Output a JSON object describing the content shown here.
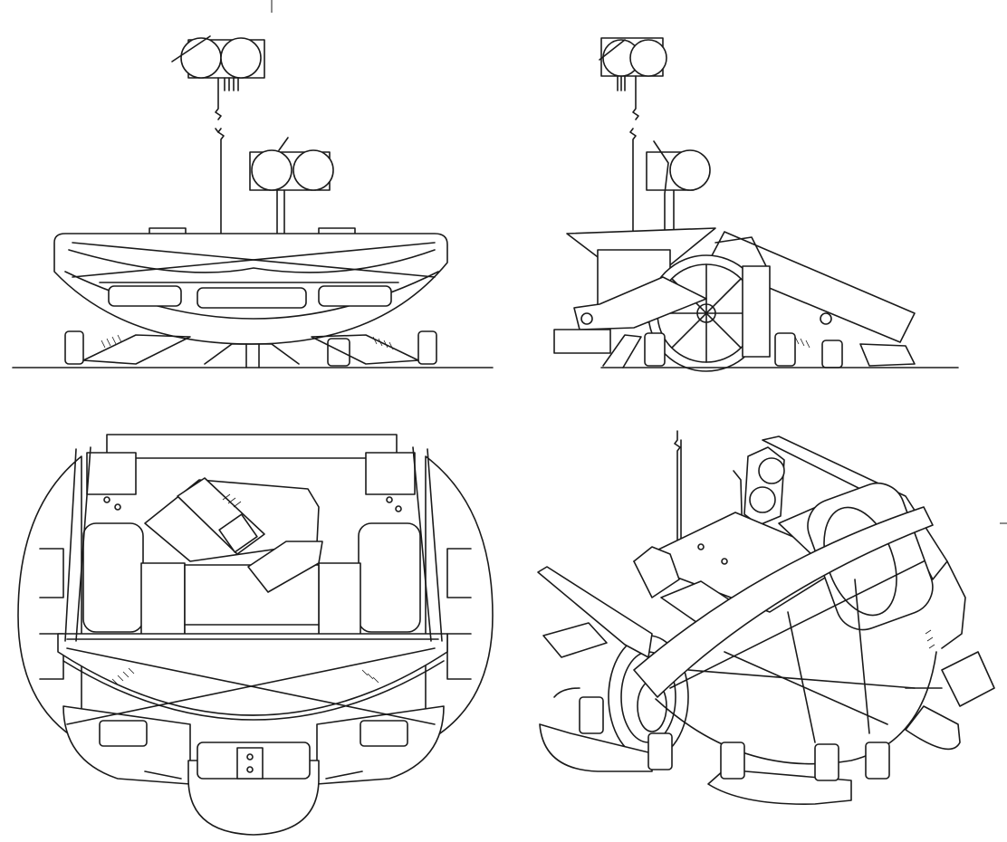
{
  "drawing": {
    "views": [
      "front-view",
      "side-view",
      "top-view",
      "isometric-view"
    ],
    "line_color": "#1a1a1a",
    "background": "#ffffff"
  }
}
